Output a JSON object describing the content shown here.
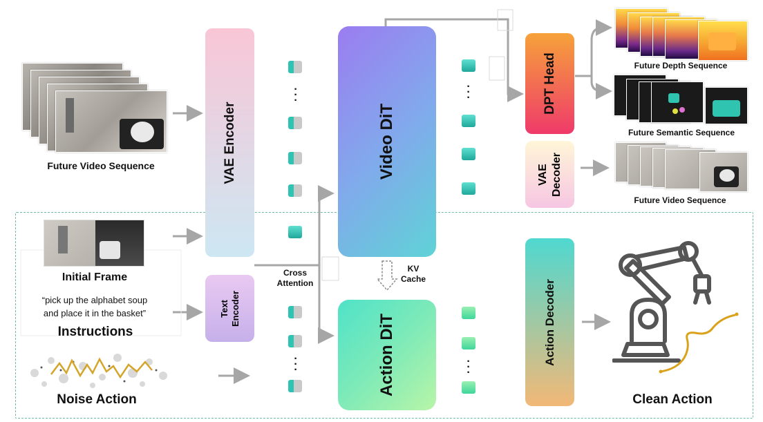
{
  "labels": {
    "future_video_sequence_left": "Future Video Sequence",
    "future_video_sequence_right": "Future Video Sequence",
    "future_depth_sequence": "Future Depth Sequence",
    "future_semantic_sequence": "Future Semantic Sequence",
    "initial_frame": "Initial Frame",
    "instruction_text_line1": "“pick up the alphabet soup",
    "instruction_text_line2": "and place it in  the basket”",
    "instructions": "Instructions",
    "noise_action": "Noise Action",
    "clean_action": "Clean Action",
    "cross_attention_line1": "Cross",
    "cross_attention_line2": "Attention",
    "kv_cache_line1": "KV",
    "kv_cache_line2": "Cache"
  },
  "modules": {
    "vae_encoder": "VAE Encoder",
    "video_dit": "Video DiT",
    "action_dit": "Action DiT",
    "dpt_head": "DPT Head",
    "vae_decoder_line1": "VAE",
    "vae_decoder_line2": "Decoder",
    "text_encoder_line1": "Text",
    "text_encoder_line2": "Encoder",
    "action_decoder": "Action Decoder"
  },
  "colors": {
    "arrow": "#a6a6a6",
    "dashed_box": "#6fb7a8",
    "vae_encoder": [
      "#f9c6d6",
      "#cde7f3"
    ],
    "video_dit": [
      "#9b7cf0",
      "#5fd3d6"
    ],
    "action_dit": [
      "#4fe2c8",
      "#b8f5a8"
    ],
    "dpt_head": [
      "#f6a23a",
      "#ef3a6a"
    ],
    "vae_decoder": [
      "#fff6d8",
      "#f6c6e2"
    ],
    "text_encoder": [
      "#e9c9f1",
      "#c6b0ea"
    ],
    "action_decoder": [
      "#4fd8d0",
      "#f2b877"
    ]
  },
  "icons": [
    "robot-arm-icon",
    "trajectory-curve-icon",
    "noise-scatter-icon"
  ]
}
